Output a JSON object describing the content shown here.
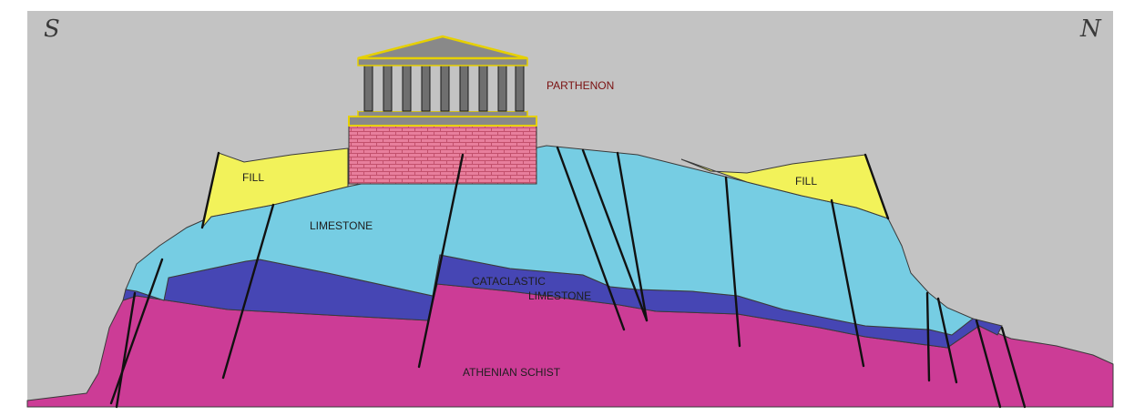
{
  "directions": {
    "south": "S",
    "north": "N"
  },
  "labels": {
    "parthenon": "PARTHENON",
    "fill_left": "FILL",
    "fill_right": "FILL",
    "limestone": "LIMESTONE",
    "cataclastic_1": "CATACLASTIC",
    "cataclastic_2": "LIMESTONE",
    "schist": "ATHENIAN SCHIST"
  },
  "colors": {
    "sky": "#c3c3c3",
    "fill": "#f2f25a",
    "limestone": "#76cde3",
    "cataclastic": "#4646b4",
    "schist": "#cc3c96",
    "foundation": "#e87f9d",
    "temple": "#898989",
    "temple_outline": "#e6d000"
  }
}
